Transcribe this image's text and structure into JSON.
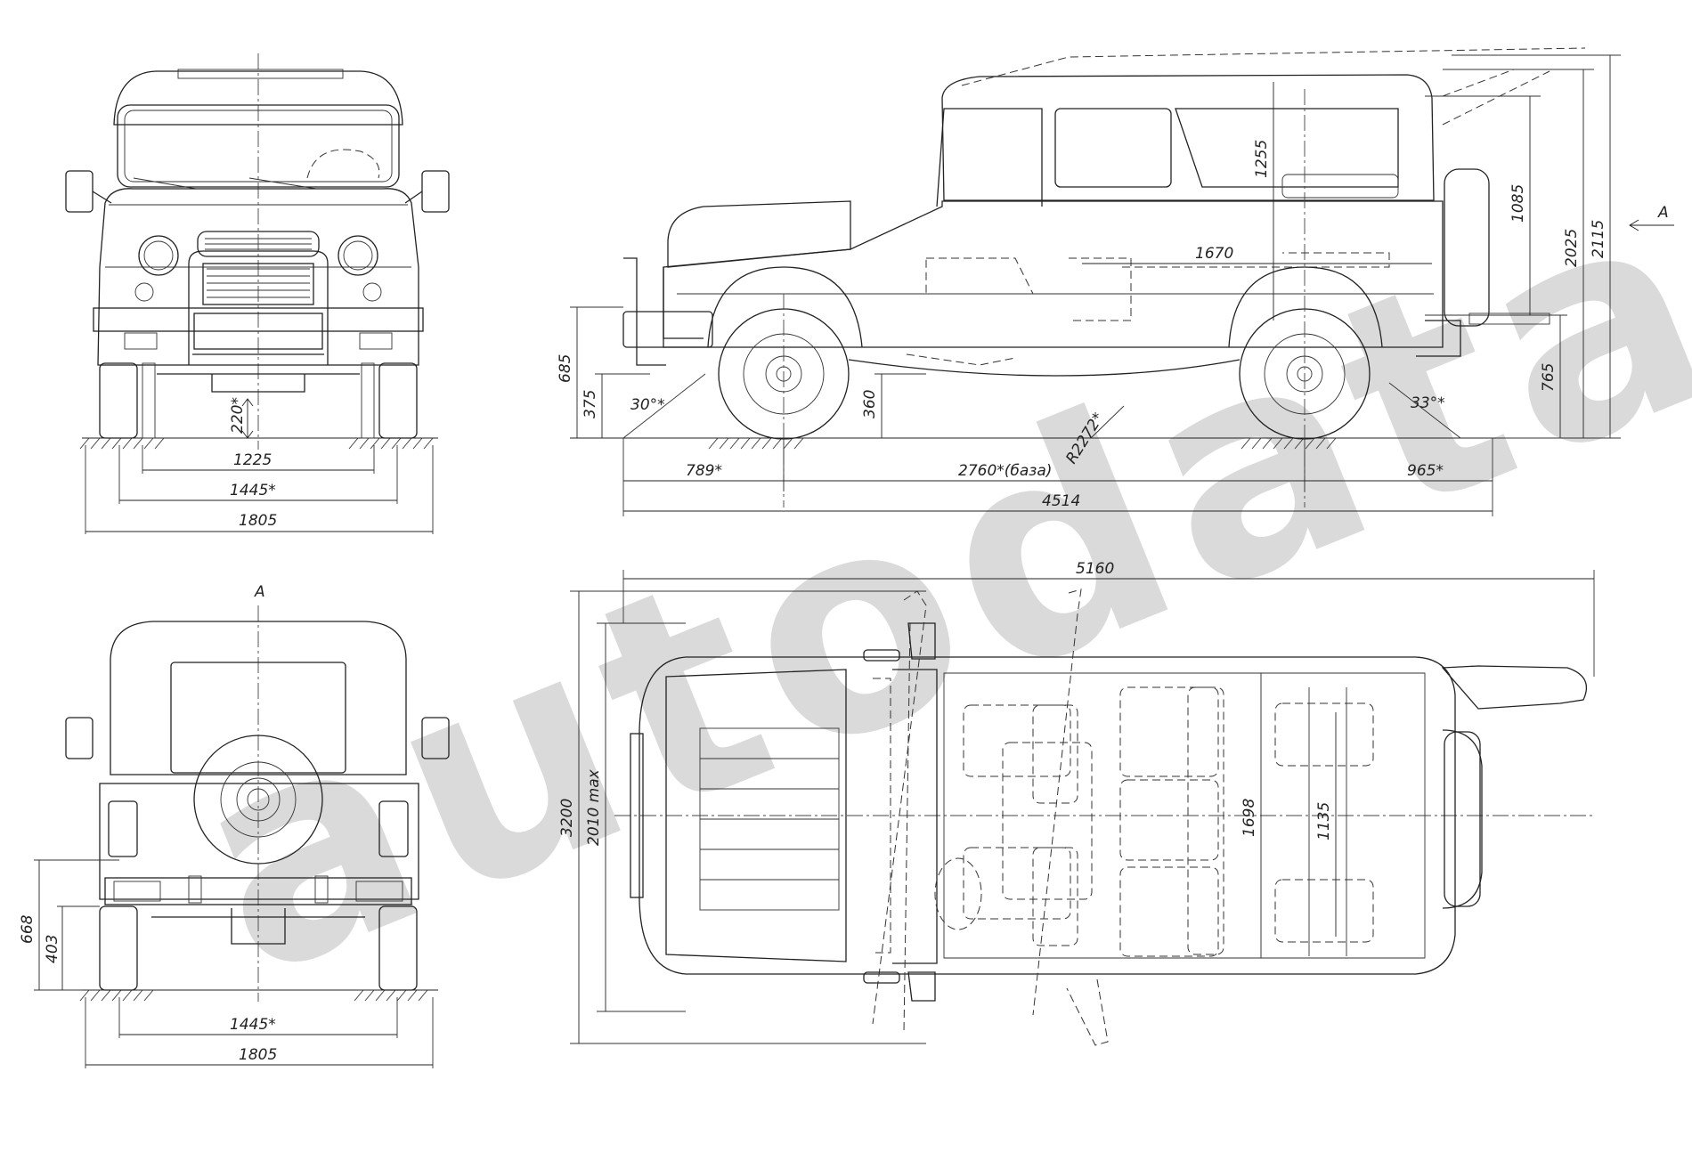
{
  "watermark": "autodata",
  "marker_label": "A",
  "front_view": {
    "dims": [
      "220*",
      "1225",
      "1445*",
      "1805"
    ]
  },
  "rear_view": {
    "view_label": "A",
    "dims": [
      "668",
      "403",
      "1445*",
      "1805"
    ]
  },
  "side_view": {
    "dims": {
      "ground_clearance_front": "685",
      "bumper_height": "375",
      "approach_angle": "30°*",
      "axle_clearance": "360",
      "departure_angle": "33°*",
      "ramp_radius": "R2272*",
      "front_overhang": "789*",
      "wheelbase": "2760*(база)",
      "rear_overhang": "965*",
      "overall_length": "4514",
      "interior_length": "1670",
      "window_height": "1255",
      "body_height": "1085",
      "height": "2025",
      "height_max": "2115",
      "rear_frame_height": "765"
    }
  },
  "top_view": {
    "dims": {
      "overall_with_doors": "5160",
      "width_doors_open": "3200",
      "width_max": "2010 max",
      "cabin_width": "1698",
      "rear_seat_width": "1135"
    }
  }
}
